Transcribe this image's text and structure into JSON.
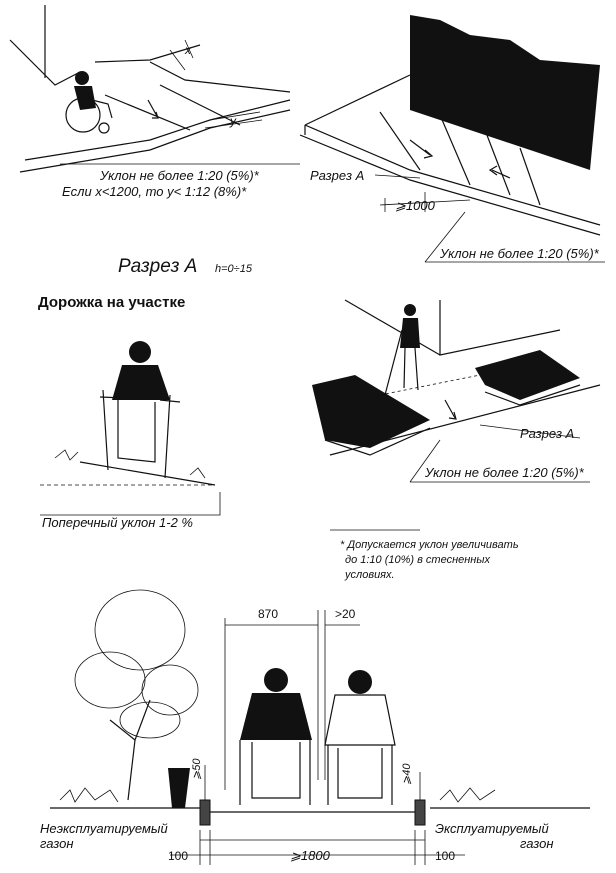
{
  "labels": {
    "slope_top_left": "Уклон не более 1:20 (5%)*",
    "condition_top_left": "Если x<1200, то y< 1:12 (8%)*",
    "dim_x": "x",
    "dim_y": "y",
    "section_a_top": "Разрез А",
    "dim_1000": "⩾1000",
    "slope_top_right": "Уклон не более 1:20 (5%)*",
    "section_title": "Разрез А",
    "section_height": "h=0÷15",
    "path_heading": "Дорожка на участке",
    "cross_slope": "Поперечный уклон 1-2 %",
    "section_a_mid": "Разрез А",
    "slope_mid_right": "Уклон не более 1:20 (5%)*",
    "footnote_line1": "* Допускается уклон увеличивать",
    "footnote_line2": "до 1:10 (10%) в стесненных",
    "footnote_line3": "условиях.",
    "dim_870": "870",
    "dim_20": ">20",
    "dim_50": "⩾50",
    "dim_40": "⩾40",
    "lawn_left_line1": "Неэксплуатируемый",
    "lawn_left_line2": "газон",
    "lawn_right_line1": "Эксплуатируемый",
    "lawn_right_line2": "газон",
    "dim_100_left": "100",
    "dim_1800": "⩾1800",
    "dim_100_right": "100"
  }
}
